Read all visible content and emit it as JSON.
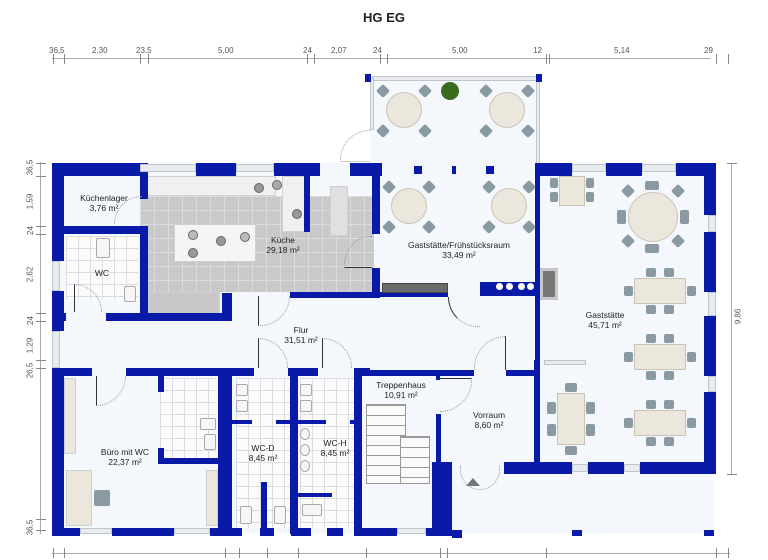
{
  "title": "HG EG",
  "dimensions": {
    "top": [
      "36,5",
      "2,30",
      "23,5",
      "5,00",
      "24",
      "2,07",
      "24",
      "5,00",
      "12",
      "5,14",
      "29"
    ],
    "left": [
      "36,5",
      "1,59",
      "24",
      "2,62",
      "24",
      "1,29",
      "26,5",
      "36,5"
    ],
    "right": [
      "9,86"
    ]
  },
  "rooms": [
    {
      "name": "Küchenlager",
      "area": "3,76 m²"
    },
    {
      "name": "WC",
      "area": ""
    },
    {
      "name": "Küche",
      "area": "29,18 m²"
    },
    {
      "name": "Gaststätte/Frühstücksraum",
      "area": "33,49 m²"
    },
    {
      "name": "Gaststätte",
      "area": "45,71 m²"
    },
    {
      "name": "Flur",
      "area": "31,51 m²"
    },
    {
      "name": "Büro mit WC",
      "area": "22,37 m²"
    },
    {
      "name": "WC-D",
      "area": "8,45 m²"
    },
    {
      "name": "WC-H",
      "area": "8,45 m²"
    },
    {
      "name": "Treppenhaus",
      "area": "10,91 m²"
    },
    {
      "name": "Vorraum",
      "area": "8,60 m²"
    }
  ],
  "colors": {
    "wall": "#0a1aa8",
    "floor": "#f4f8fd",
    "kitchen_floor": "#c9c9c9"
  }
}
